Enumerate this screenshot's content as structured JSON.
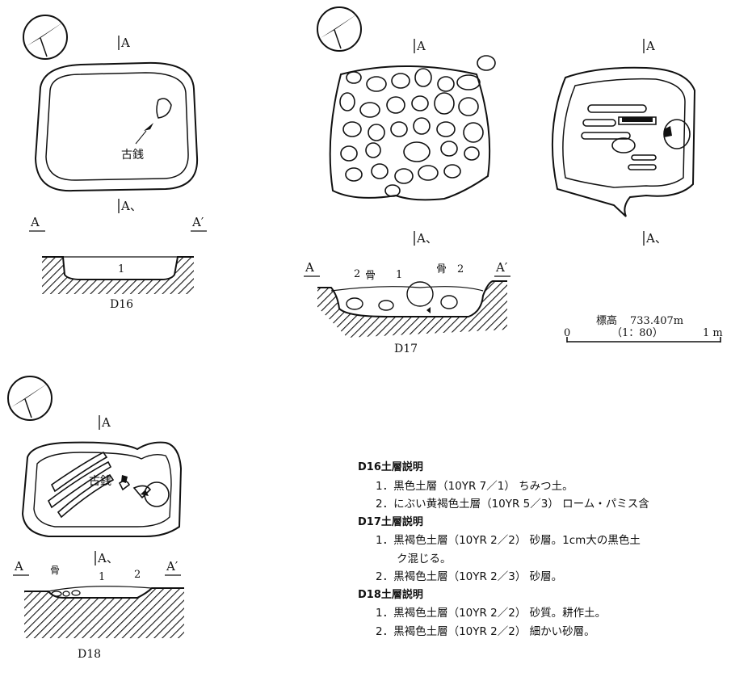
{
  "plans": {
    "d16": {
      "label": "D16",
      "coin": "古銭",
      "a_top": "A",
      "a_bottom": "A、",
      "sec_left": "A",
      "sec_right": "A′",
      "layer1": "1"
    },
    "d17": {
      "label": "D17",
      "a_top": "A",
      "a_bottom": "A、",
      "sec_left": "A",
      "sec_right": "A′",
      "l2a": "2",
      "bone_a": "骨",
      "l1": "1",
      "bone_b": "骨",
      "l2b": "2"
    },
    "d17r": {
      "a_top": "A",
      "a_bottom": "A、"
    },
    "d18": {
      "label": "D18",
      "coin": "古銭",
      "a_top": "A",
      "a_bottom": "A、",
      "sec_left": "A",
      "sec_right": "A′",
      "bone": "骨",
      "l1": "1",
      "l2": "2"
    }
  },
  "scale": {
    "elev_label": "標高",
    "elev_value": "733.407m",
    "ratio": "（1：80）",
    "zero": "0",
    "one": "1 m"
  },
  "legend": {
    "d16": {
      "title": "D16土層説明",
      "items": [
        "1．黒色土層（10YR 7／1） ちみつ土。",
        "2．にぶい黄褐色土層（10YR 5／3） ローム・パミス含"
      ]
    },
    "d17": {
      "title": "D17土層説明",
      "item1": "1．黒褐色土層（10YR 2／2） 砂層。1cm大の黒色土",
      "item1b": "ク混じる。",
      "item2": "2．黒褐色土層（10YR 2／3） 砂層。"
    },
    "d18": {
      "title": "D18土層説明",
      "items": [
        "1．黒褐色土層（10YR 2／2） 砂質。耕作土。",
        "2．黒褐色土層（10YR 2／2） 細かい砂層。"
      ]
    }
  }
}
